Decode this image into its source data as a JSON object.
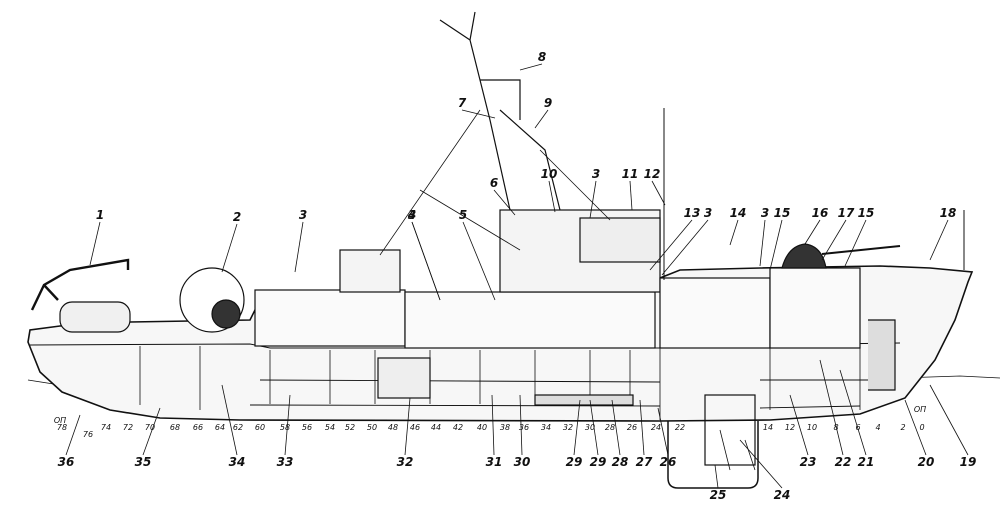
{
  "baseline_marks": {
    "aft": "ОП",
    "fwd": "ОП"
  },
  "frame_numbers": [
    "78",
    "76",
    "74",
    "72",
    "70",
    "68",
    "66",
    "64",
    "62",
    "60",
    "58",
    "56",
    "54",
    "52",
    "50",
    "48",
    "46",
    "44",
    "42",
    "40",
    "38",
    "36",
    "34",
    "32",
    "30",
    "28",
    "26",
    "24",
    "22",
    "14",
    "12",
    "10",
    "8",
    "6",
    "4",
    "2",
    "0"
  ],
  "callouts": [
    "1",
    "2",
    "3",
    "3",
    "4",
    "5",
    "6",
    "7",
    "8",
    "9",
    "10",
    "3",
    "11",
    "12",
    "13",
    "3",
    "14",
    "3",
    "15",
    "16",
    "17",
    "15",
    "18",
    "19",
    "20",
    "21",
    "22",
    "23",
    "24",
    "25",
    "26",
    "27",
    "28",
    "29",
    "30",
    "31",
    "32",
    "33",
    "29",
    "34",
    "35",
    "36"
  ],
  "colors": {
    "ink": "#111111",
    "background": "#ffffff",
    "hull_fill": "#f2f2f2",
    "dark_fill": "#333333"
  }
}
